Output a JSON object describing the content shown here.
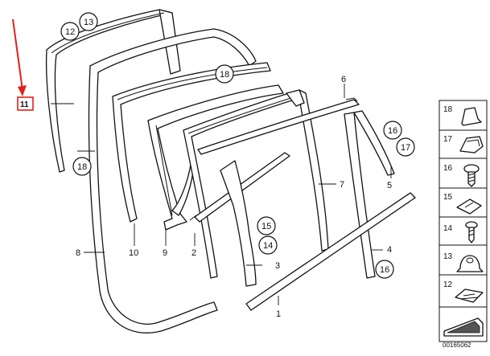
{
  "diagram": {
    "reference_number": "00165062",
    "highlight_color": "#e0201b",
    "highlighted_label": "11",
    "part_labels": {
      "p1": "1",
      "p2": "2",
      "p3": "3",
      "p4": "4",
      "p5": "5",
      "p6": "6",
      "p7": "7",
      "p8": "8",
      "p9": "9",
      "p10": "10"
    },
    "callouts": {
      "c12": "12",
      "c13": "13",
      "c18a": "18",
      "c18b": "18",
      "c15": "15",
      "c14": "14",
      "c16a": "16",
      "c17": "17",
      "c16b": "16"
    },
    "panel_labels": [
      "18",
      "17",
      "16",
      "15",
      "14",
      "13",
      "12"
    ]
  }
}
